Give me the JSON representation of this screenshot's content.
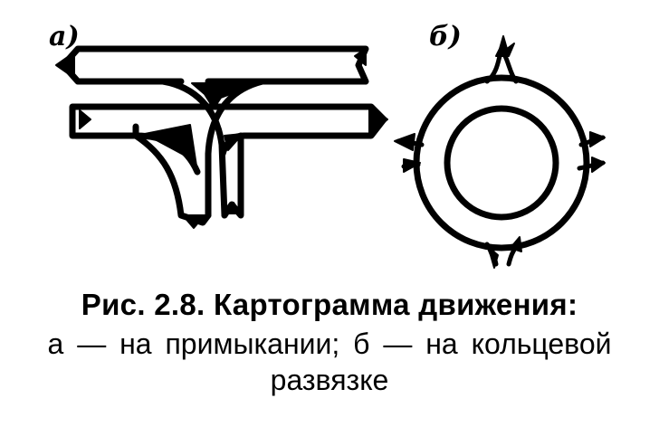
{
  "diagram": {
    "label_a": "а)",
    "label_b": "б)"
  },
  "caption": {
    "title": "Рис. 2.8. Картограмма движения:",
    "line2": "а — на примыкании; б — на кольцевой",
    "line3": "развязке"
  }
}
